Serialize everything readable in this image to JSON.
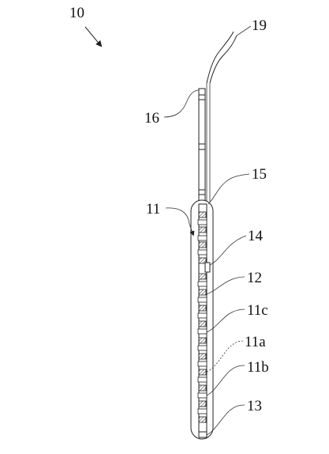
{
  "labels": {
    "fig": "10",
    "l19": "19",
    "l16": "16",
    "l15": "15",
    "l11": "11",
    "l14": "14",
    "l12": "12",
    "l11c": "11c",
    "l11a": "11a",
    "l11b": "11b",
    "l13": "13"
  },
  "colors": {
    "ink": "#222222",
    "background": "#ffffff"
  }
}
